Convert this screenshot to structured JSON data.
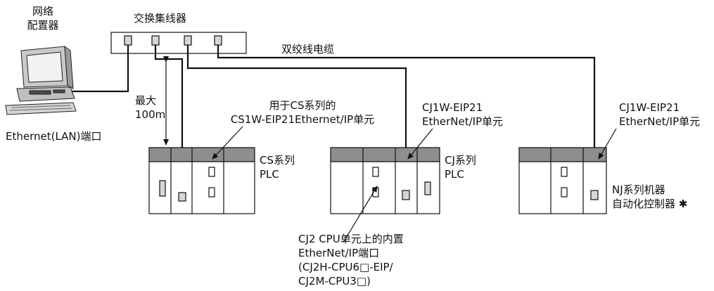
{
  "configurator": {
    "line1": "网络",
    "line2": "配置器"
  },
  "port_label": "Ethernet(LAN)端口",
  "switching_hub": "交换集线器",
  "twisted_pair_cable": "双绞线电缆",
  "max_distance": {
    "line1": "最大",
    "line2": "100m"
  },
  "cs_unit": {
    "line1": "用于CS系列的",
    "line2": "CS1W-EIP21Ethernet/IP单元"
  },
  "cj_unit": {
    "line1": "CJ1W-EIP21",
    "line2": "EtherNet/IP单元"
  },
  "nj_unit": {
    "line1": "CJ1W-EIP21",
    "line2": "EtherNet/IP单元"
  },
  "cs_plc": {
    "line1": "CS系列",
    "line2": "PLC"
  },
  "cj_plc": {
    "line1": "CJ系列",
    "line2": "PLC"
  },
  "nj_plc": {
    "line1": "NJ系列机器",
    "line2": "自动化控制器 ✱"
  },
  "cj2_port": {
    "line1": "CJ2 CPU单元上的内置",
    "line2": "EtherNet/IP端口",
    "line3": "(CJ2H-CPU6□-EIP/",
    "line4": "CJ2M-CPU3□)"
  }
}
